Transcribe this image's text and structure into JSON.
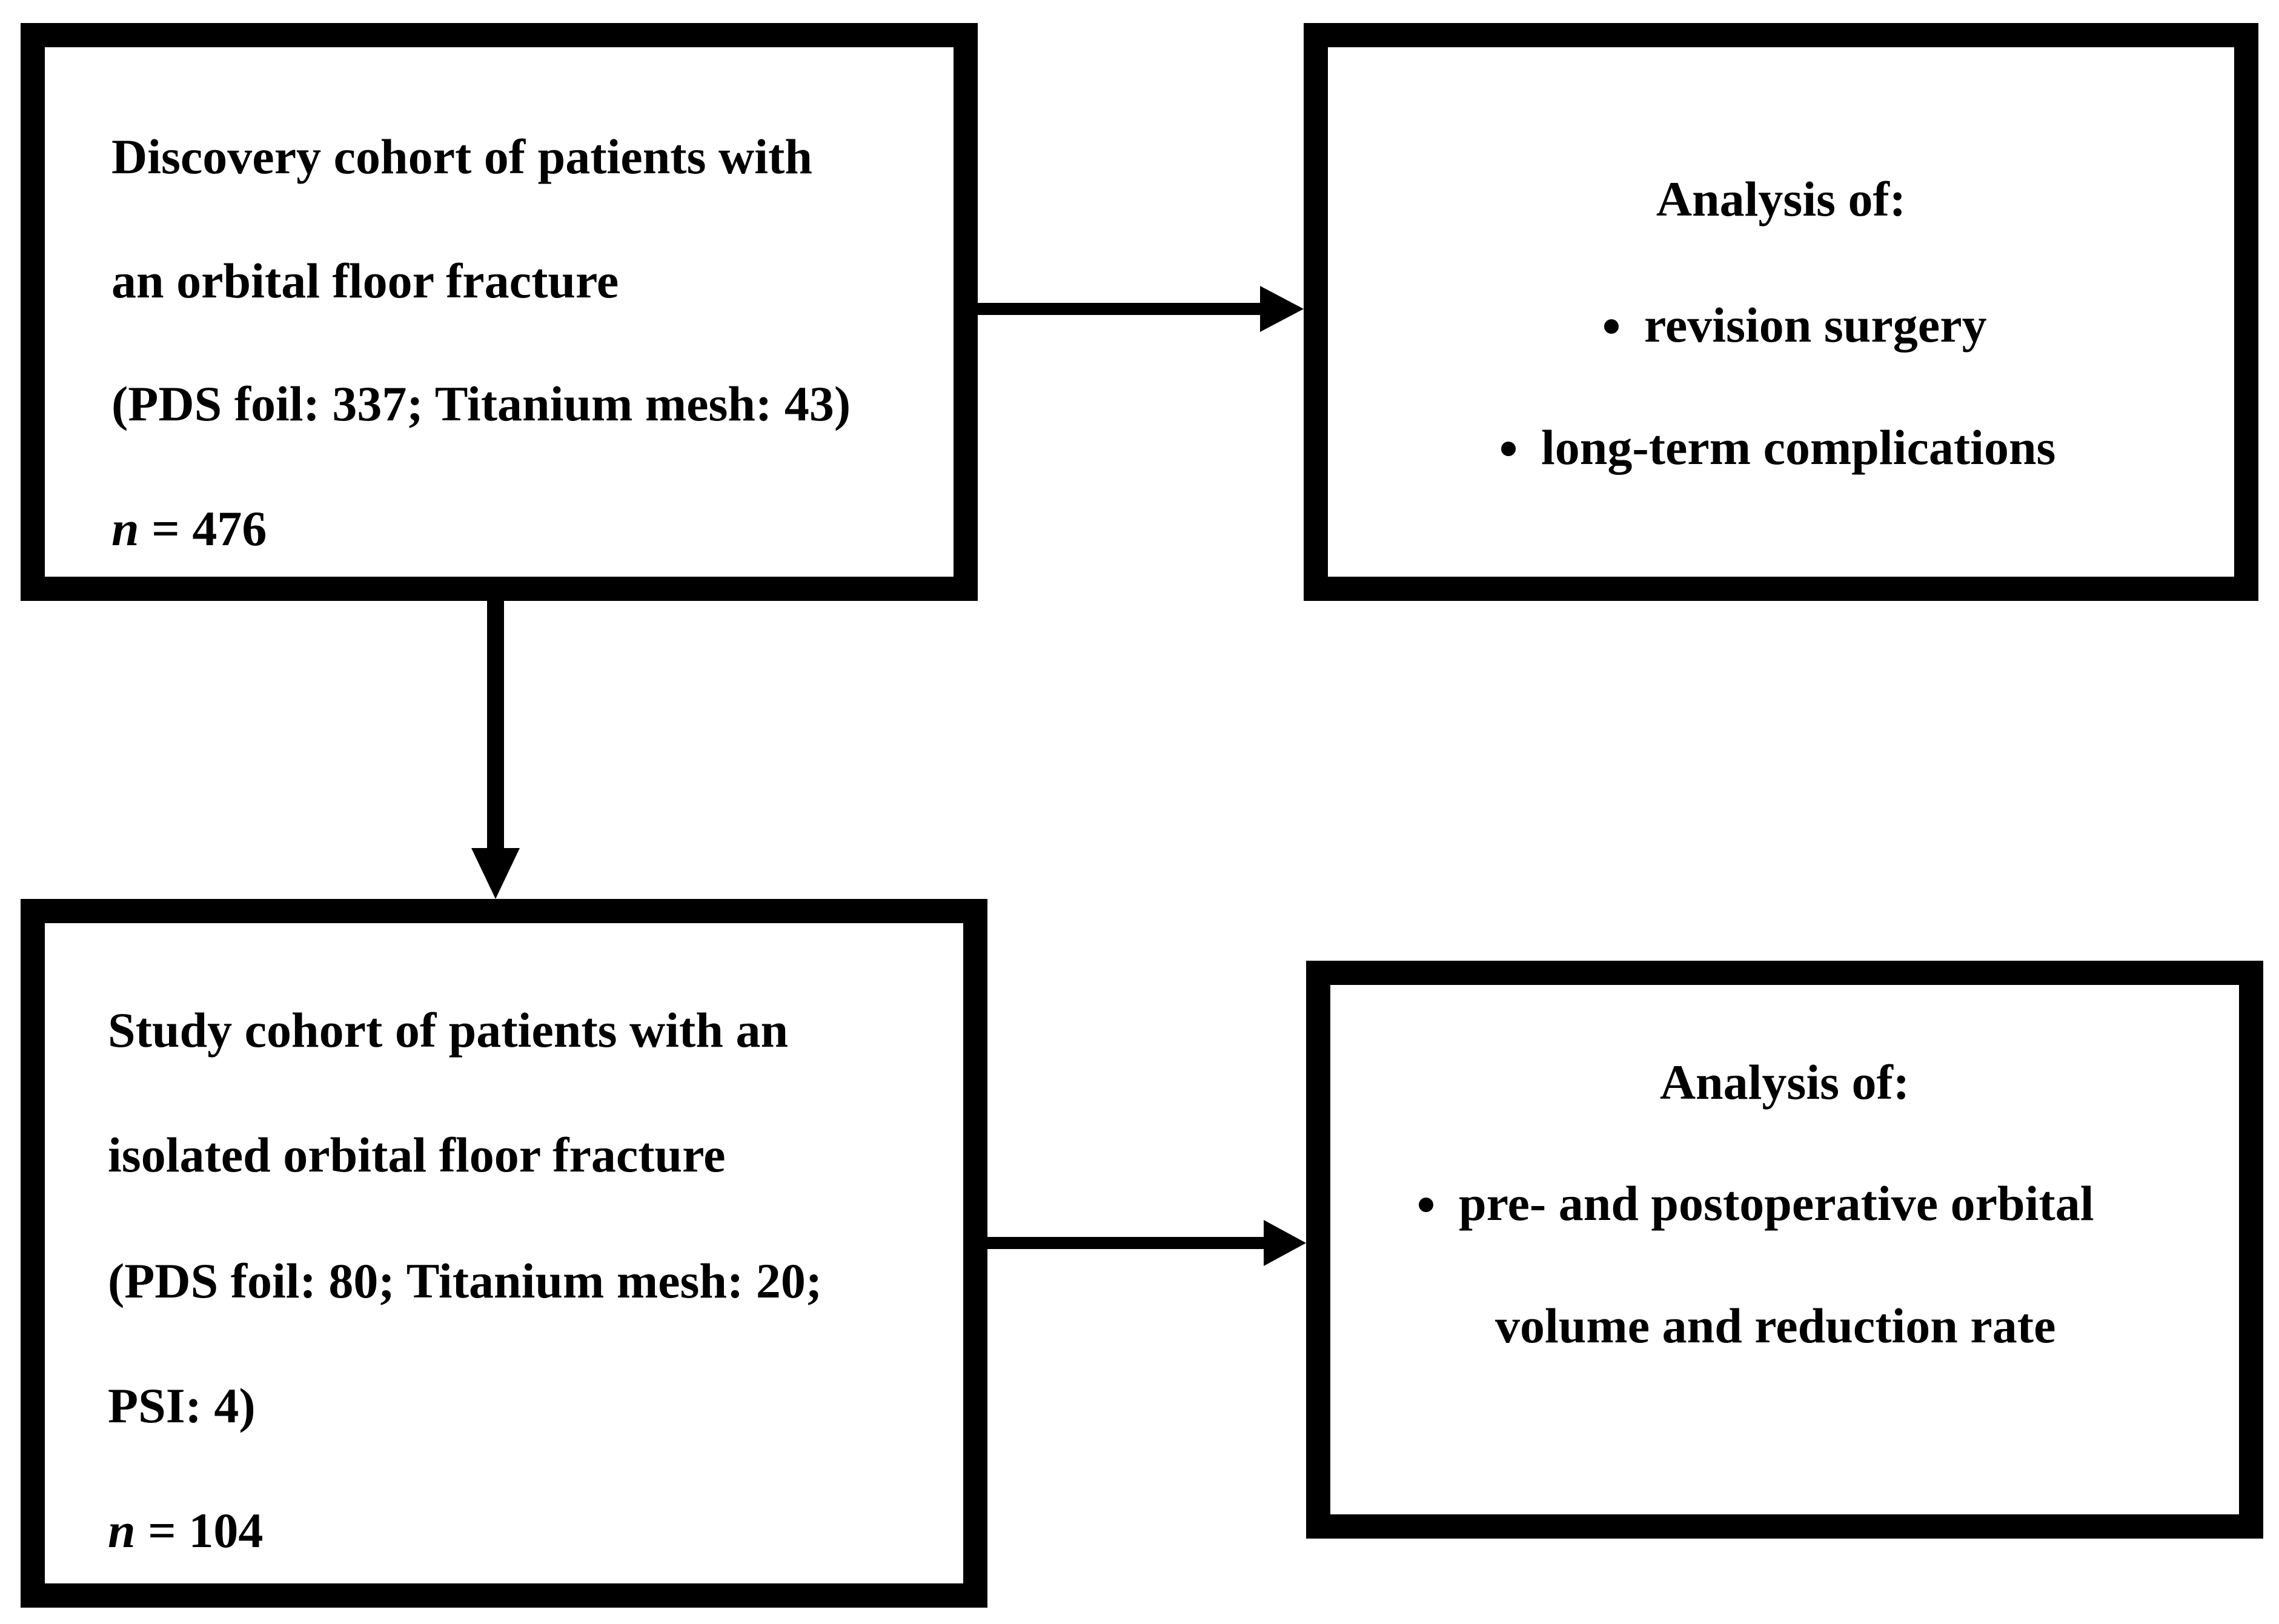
{
  "boxes": {
    "discovery": {
      "line1": "Discovery cohort of patients with",
      "line2": "an orbital floor fracture",
      "line3": "(PDS foil: 337; Titanium mesh: 43)",
      "n_symbol": "n",
      "n_value": " = 476"
    },
    "analysis1": {
      "heading": "Analysis of:",
      "items": [
        "revision surgery",
        "long-term complications"
      ]
    },
    "study": {
      "line1": "Study cohort of patients with an",
      "line2": "isolated orbital floor fracture",
      "line3": "(PDS foil: 80; Titanium mesh: 20;",
      "line4": "PSI: 4)",
      "n_symbol": "n",
      "n_value": " = 104"
    },
    "analysis2": {
      "heading": "Analysis of:",
      "item_line1": "pre- and postoperative orbital",
      "item_line2": "volume and reduction rate"
    }
  },
  "colors": {
    "border": "#000000",
    "background": "#ffffff",
    "text": "#000000"
  }
}
